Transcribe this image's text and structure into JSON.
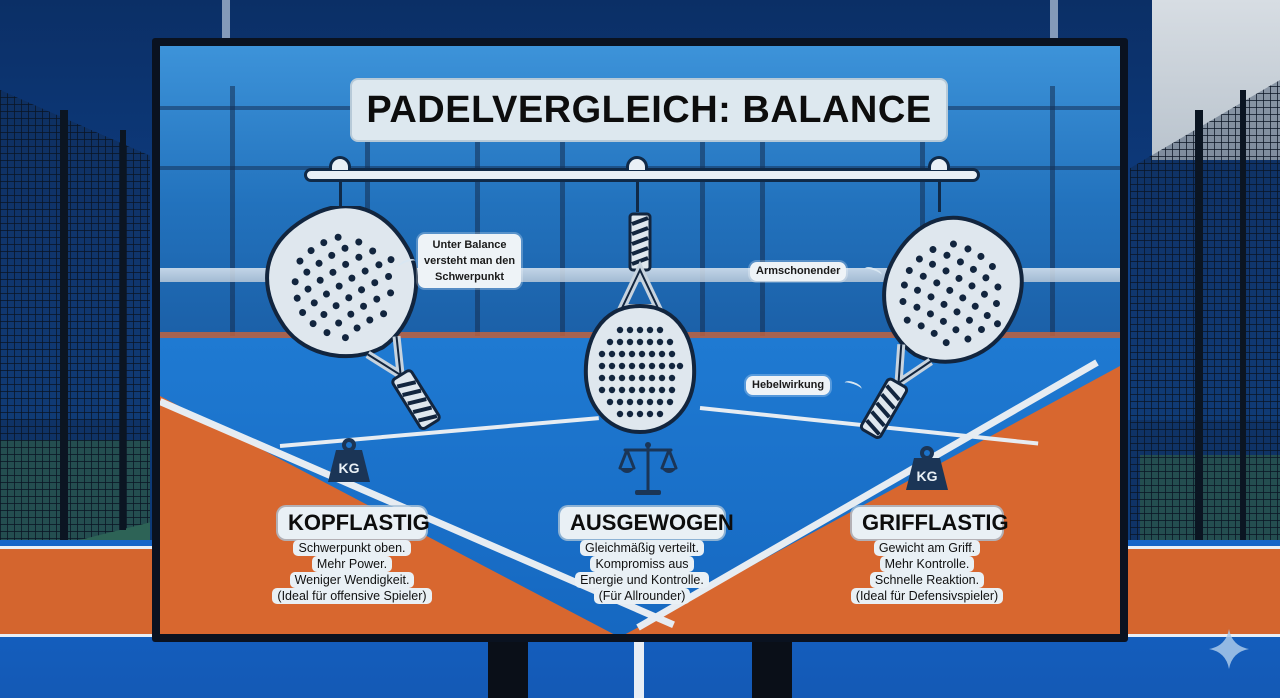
{
  "title": "PADELVERGLEICH: BALANCE",
  "callouts": {
    "left": "Unter Balance versteht man den Schwerpunkt",
    "left_lines": [
      "Unter Balance",
      "versteht man den",
      "Schwerpunkt"
    ],
    "right_top": "Armschonender",
    "right_bottom": "Hebelwirkung"
  },
  "columns": [
    {
      "icon": "kg-weight-icon",
      "icon_text": "KG",
      "label": "KOPFLASTIG",
      "description": [
        "Schwerpunkt oben.",
        "Mehr Power.",
        "Weniger Wendigkeit.",
        "(Ideal für offensive Spieler)"
      ]
    },
    {
      "icon": "balance-scale-icon",
      "label": "AUSGEWOGEN",
      "description": [
        "Gleichmäßig verteilt.",
        "Kompromiss aus",
        "Energie und Kontrolle.",
        "(Für Allrounder)"
      ]
    },
    {
      "icon": "kg-weight-icon",
      "icon_text": "KG",
      "label": "GRIFFLASTIG",
      "description": [
        "Gewicht am Griff.",
        "Mehr Kontrolle.",
        "Schnelle Reaktion.",
        "(Ideal für Defensivspieler)"
      ]
    }
  ],
  "colors": {
    "court_blue": "#1a6cc4",
    "court_orange": "#d8672f",
    "label_bg": "#e9f0f5",
    "icon_navy": "#1b3556",
    "racket_face": "#dfe7ee"
  }
}
